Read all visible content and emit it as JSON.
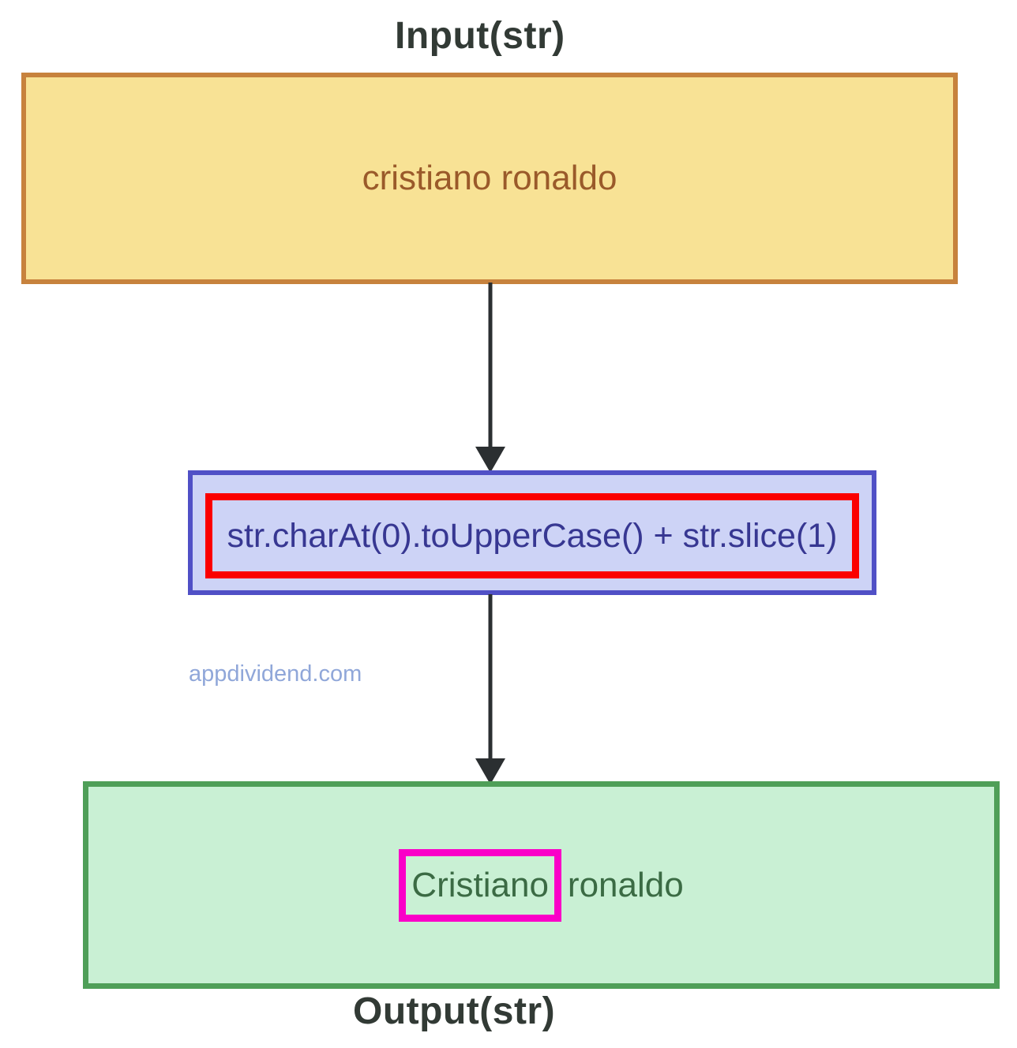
{
  "labels": {
    "input": "Input(str)",
    "output": "Output(str)"
  },
  "input_box": {
    "text": "cristiano ronaldo"
  },
  "code_box": {
    "text": "str.charAt(0).toUpperCase() + str.slice(1)"
  },
  "output_box": {
    "highlighted_word": "Cristiano",
    "rest_text": "ronaldo"
  },
  "watermark": {
    "text": "appdividend.com"
  },
  "colors": {
    "input_box_fill": "#F8E295",
    "input_box_border": "#C7823D",
    "input_box_text": "#9A5A2A",
    "code_box_fill": "#CDD3F6",
    "code_box_border": "#5050C6",
    "code_box_text": "#373792",
    "red_highlight": "#FB0000",
    "output_box_fill": "#C9F0D4",
    "output_box_border": "#4F9F58",
    "output_box_text": "#3B6B44",
    "magenta_highlight": "#FA00C8",
    "arrow_color": "#2B2F31",
    "label_text": "#323A35",
    "watermark_text": "#90A7D9",
    "canvas_bg": "#FFFFFF"
  }
}
